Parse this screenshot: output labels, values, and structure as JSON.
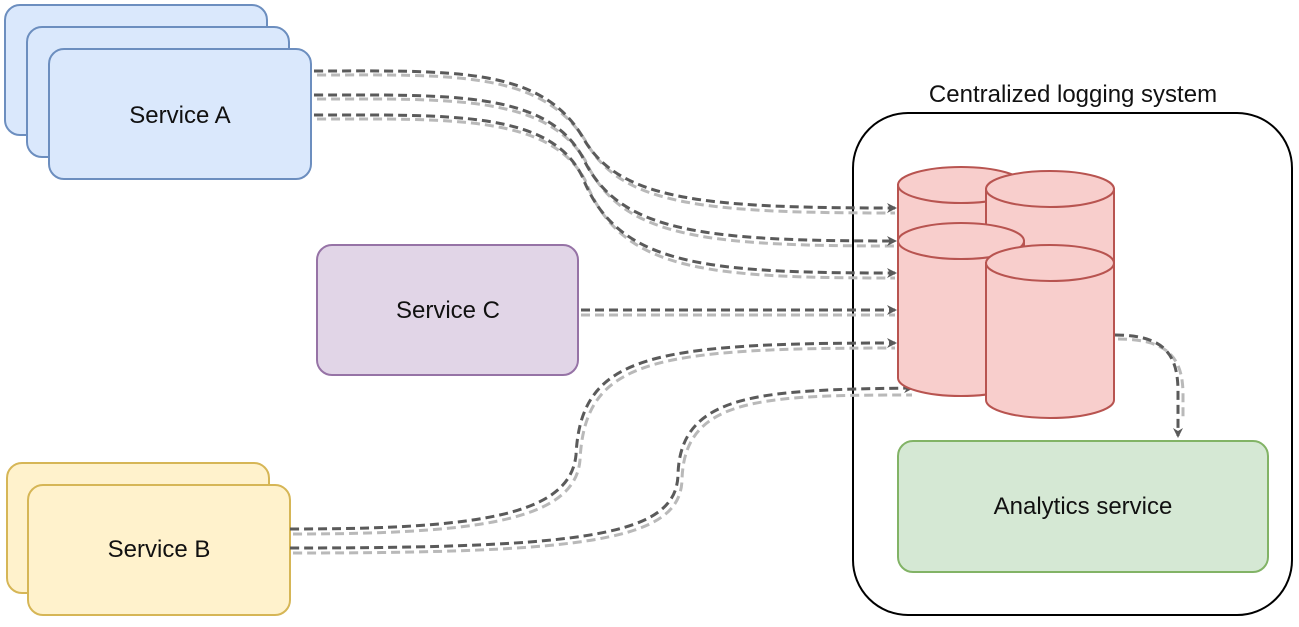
{
  "diagram": {
    "group": {
      "label": "Centralized logging system"
    },
    "nodes": {
      "service_a": {
        "label": "Service A",
        "fill": "#dae8fc",
        "stroke": "#6c8ebf"
      },
      "service_b": {
        "label": "Service B",
        "fill": "#fff2cc",
        "stroke": "#d6b656"
      },
      "service_c": {
        "label": "Service C",
        "fill": "#e1d5e7",
        "stroke": "#9673a6"
      },
      "analytics": {
        "label": "Analytics service",
        "fill": "#d5e8d4",
        "stroke": "#82b366"
      },
      "log_store": {
        "icon": "database-cluster-icon",
        "fill": "#f8cecc",
        "stroke": "#b85450"
      }
    },
    "edges": [
      {
        "from": "Service A",
        "to": "log_store"
      },
      {
        "from": "Service A",
        "to": "log_store"
      },
      {
        "from": "Service A",
        "to": "log_store"
      },
      {
        "from": "Service C",
        "to": "log_store"
      },
      {
        "from": "Service B",
        "to": "log_store"
      },
      {
        "from": "Service B",
        "to": "log_store"
      },
      {
        "from": "log_store",
        "to": "Analytics service"
      }
    ],
    "edge_color": "#5a5a5a"
  }
}
